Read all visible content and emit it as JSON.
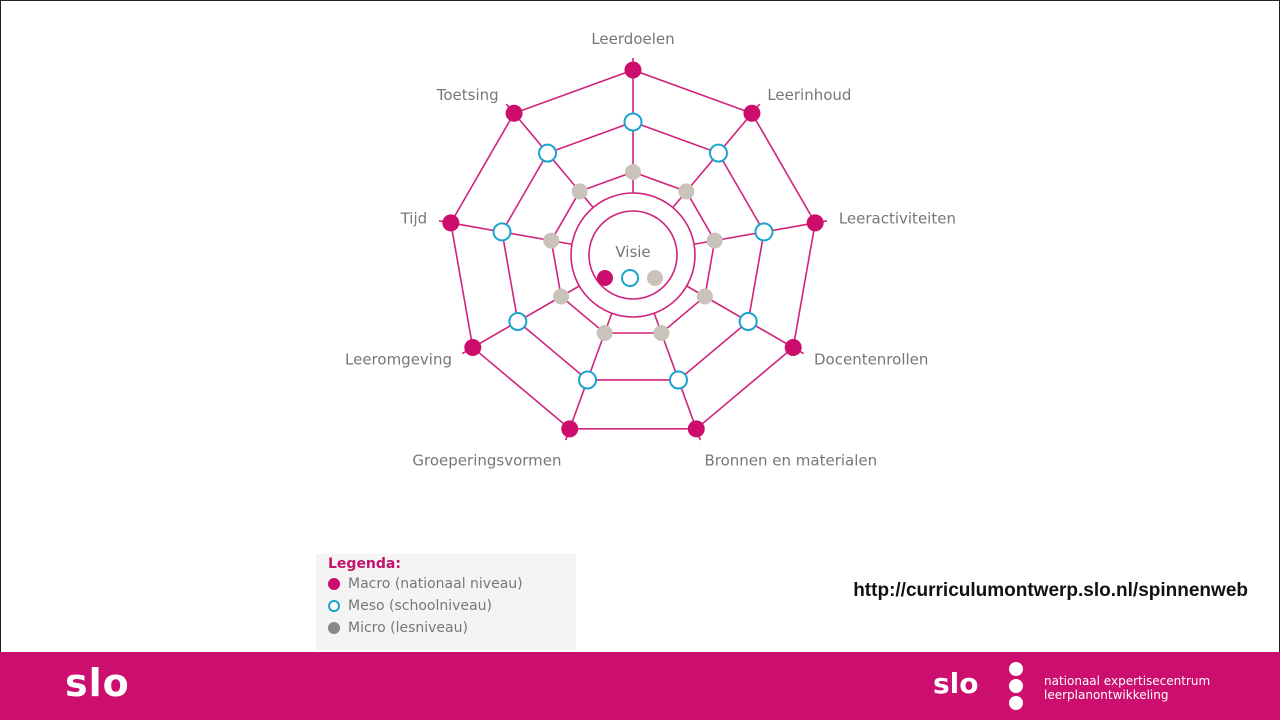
{
  "diagram": {
    "center_label": "Visie",
    "spokes": [
      "Leerdoelen",
      "Leerinhoud",
      "Leeractiviteiten",
      "Docentenrollen",
      "Bronnen en materialen",
      "Groeperingsvormen",
      "Leeromgeving",
      "Tijd",
      "Toetsing"
    ],
    "levels": [
      "Macro",
      "Meso",
      "Micro"
    ]
  },
  "legend": {
    "title": "Legenda:",
    "items": [
      {
        "label": "Macro (nationaal niveau)",
        "color": "#cc0d6c"
      },
      {
        "label": "Meso (schoolniveau)",
        "color": "#1aa3cf"
      },
      {
        "label": "Micro (lesniveau)",
        "color": "#888888"
      }
    ]
  },
  "url": "http://curriculumontwerp.slo.nl/spinnenweb",
  "footer": {
    "logo_left": "slo",
    "logo_right": "slo",
    "tagline_1": "nationaal expertisecentrum",
    "tagline_2": "leerplanontwikkeling"
  },
  "colors": {
    "web": "#d0237b",
    "macro": "#cc0d6c",
    "meso": "#1aa3cf",
    "micro": "#c9c3bb",
    "label": "#777777",
    "footer": "#cc0e6f"
  }
}
